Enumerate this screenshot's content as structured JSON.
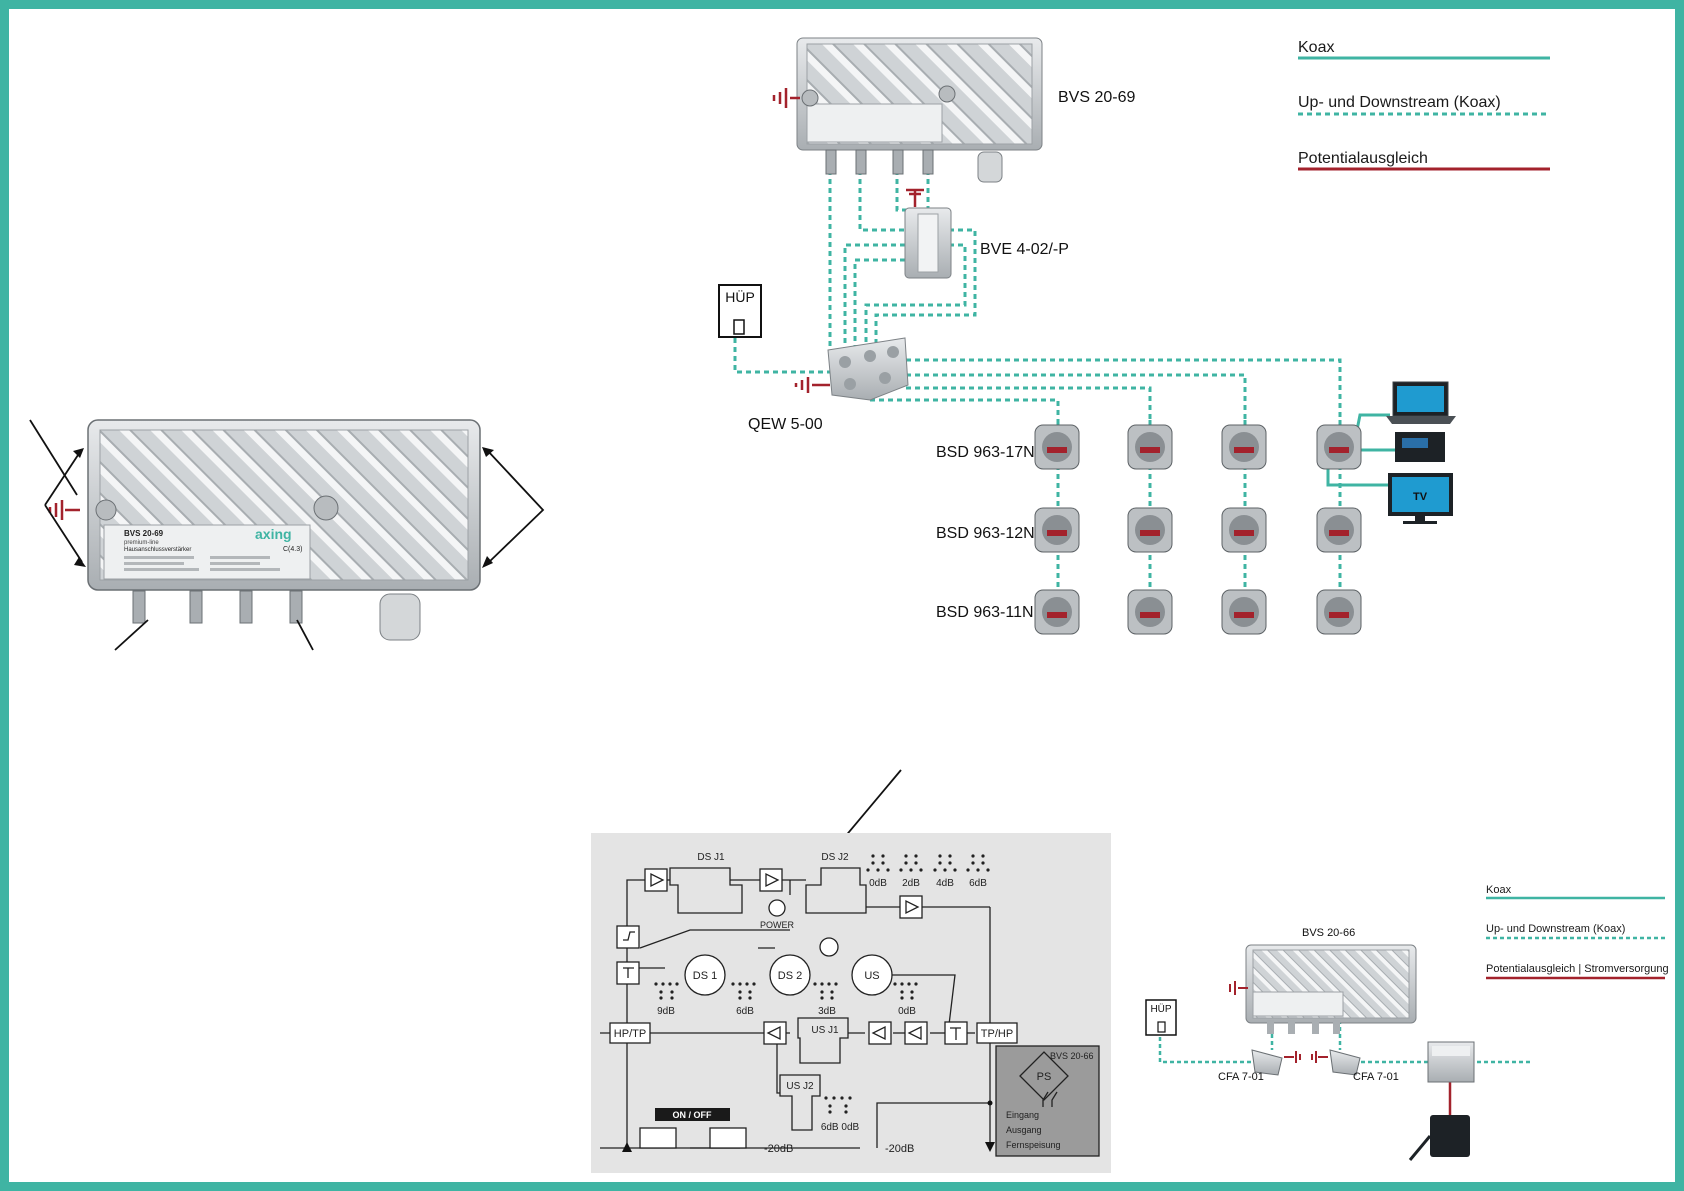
{
  "colors": {
    "frame": "#3fb4a3",
    "koax": "#3fb4a3",
    "potential": "#a3222c",
    "housing": "#c9cdd0",
    "schematic_bg": "#e4e4e4",
    "ps_box": "#9b9b9b"
  },
  "icons": [
    "ground-icon",
    "amplifier-triangle-icon",
    "socket-icon",
    "laptop-icon",
    "tv-icon",
    "set-top-box-icon",
    "arrow-icon",
    "power-supply-icon"
  ],
  "top_legend": {
    "koax": "Koax",
    "updown": "Up- und Downstream (Koax)",
    "potential": "Potentialausgleich"
  },
  "top_diagram": {
    "amplifier": "BVS 20-69",
    "splitter": "BVE 4-02/-P",
    "hup": "HÜP",
    "multiswitch": "QEW 5-00",
    "row1": "BSD 963-17N",
    "row2": "BSD 963-12N",
    "row3": "BSD 963-11N",
    "tv": "TV"
  },
  "device_photo": {
    "model": "BVS 20-69",
    "line": "premium-line",
    "desc": "Hausanschlussverstärker",
    "brand": "axing",
    "class": "C(4.3)"
  },
  "schematic": {
    "ds_j1": "DS J1",
    "ds_j2": "DS J2",
    "power": "POWER",
    "ds1": "DS 1",
    "ds2": "DS 2",
    "us": "US",
    "us_j1": "US J1",
    "us_j2": "US J2",
    "hp_tp": "HP/TP",
    "tp_hp": "TP/HP",
    "on_off": "ON / OFF",
    "ps": "PS",
    "ps_model": "BVS 20-66",
    "eingang": "Eingang",
    "ausgang": "Ausgang",
    "fernspeisung": "Fernspeisung",
    "db_0": "0dB",
    "db_2": "2dB",
    "db_4": "4dB",
    "db_6": "6dB",
    "db_9": "9dB",
    "db_6b": "6dB",
    "db_3": "3dB",
    "db_0b": "0dB",
    "db_6_0": "6dB 0dB",
    "minus20_left": "-20dB",
    "minus20_mid": "-20dB"
  },
  "bottom_legend": {
    "koax": "Koax",
    "updown": "Up- und Downstream (Koax)",
    "potential": "Potentialausgleich | Stromversorgung"
  },
  "bottom_diagram": {
    "amplifier": "BVS 20-66",
    "hup": "HÜP",
    "filter1": "CFA 7-01",
    "filter2": "CFA 7-01"
  }
}
